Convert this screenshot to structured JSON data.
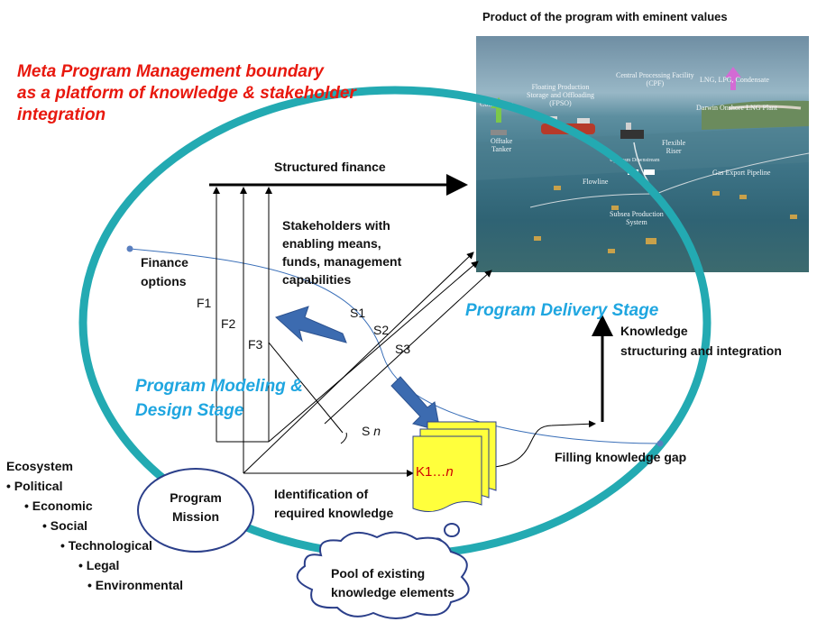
{
  "diagram": {
    "product_title": "Product of the program with eminent values",
    "boundary_text": [
      "Meta Program Management boundary",
      "as a platform of knowledge  & stakeholder",
      "integration"
    ],
    "structured_finance": "Structured finance",
    "stakeholders": [
      "Stakeholders with",
      "enabling means,",
      "funds, management",
      "capabilities"
    ],
    "finance_options": [
      "Finance",
      "options"
    ],
    "f_labels": [
      "F1",
      "F2",
      "F3"
    ],
    "s_labels": [
      "S1",
      "S2",
      "S3"
    ],
    "s_n": "S ",
    "s_n_italic": "n",
    "delivery_stage": "Program Delivery Stage",
    "modeling_stage": [
      "Program Modeling &",
      "Design Stage"
    ],
    "knowledge_structuring": [
      "Knowledge",
      "structuring and integration"
    ],
    "filling_gap": "Filling knowledge gap",
    "identification": [
      "Identification of",
      "required knowledge"
    ],
    "mission": [
      "Program",
      "Mission"
    ],
    "knowledge_card": "K1…",
    "knowledge_card_n": "n",
    "pool": [
      "Pool of existing",
      "knowledge elements"
    ],
    "ecosystem_title": "Ecosystem",
    "ecosystem_items": [
      "Political",
      "Economic",
      "Social",
      "Technological",
      "Legal",
      "Environmental"
    ],
    "photo_labels": {
      "cpf": [
        "Central Processing Facility",
        "(CPF)"
      ],
      "fpso": [
        "Floating Production",
        "Storage and Offloading",
        "(FPSO)"
      ],
      "lng": "LNG, LPG, Condensate",
      "condensate": "Condensate",
      "darwin": "Darwin Onshore LNG Plant",
      "offtake": [
        "Offtake",
        "Tanker"
      ],
      "flexible": [
        "Flexible",
        "Riser"
      ],
      "upstream": "Upstream    Downstream",
      "flowline": "Flowline",
      "export": "Gas Export Pipeline",
      "subsea": [
        "Subsea Production",
        "System"
      ]
    }
  }
}
